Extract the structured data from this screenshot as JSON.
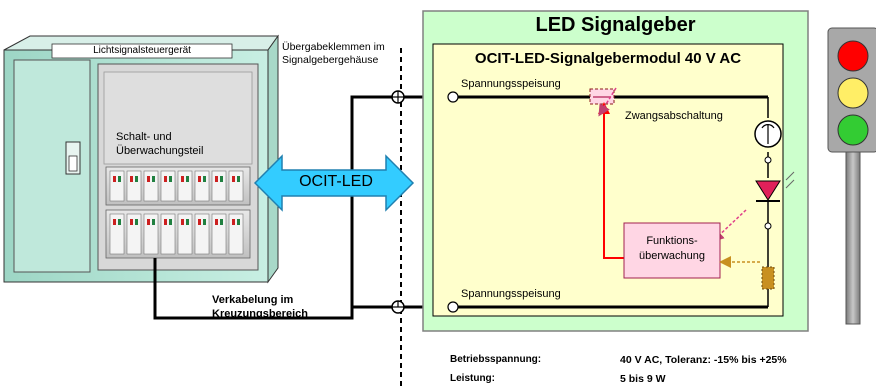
{
  "controller": {
    "title": "Lichtsignalsteuergerät",
    "switch_unit_label": "Schalt- und Überwachungsteil"
  },
  "handover": {
    "label": "Übergabeklemmen im Signalgebergehäuse"
  },
  "ocit_arrow": {
    "label": "OCIT-LED"
  },
  "cabling": {
    "label": "Verkabelung im Kreuzungsbereich"
  },
  "led_signal": {
    "title": "LED Signalgeber",
    "module_title": "OCIT-LED-Signalgebermodul 40 V AC",
    "supply_top": "Spannungsspeisung",
    "supply_bottom": "Spannungsspeisung",
    "forced_shutdown": "Zwangsabschaltung",
    "function_monitor": "Funktions- überwachung"
  },
  "specs": [
    {
      "key": "Betriebsspannung:",
      "value": "40 V AC, Toleranz: -15% bis +25%"
    },
    {
      "key": "Leistung:",
      "value": "5 bis 9 W"
    }
  ],
  "colors": {
    "cabinet_fill": "#b2e0d2",
    "outer_box": "#ccffcc",
    "module_fill": "#ffffcc",
    "arrow_fill": "#33ccff",
    "monitor_fill": "#ffd6e4",
    "red_line": "#ff0000",
    "light_red": "#ff0000",
    "light_yellow": "#ffee66",
    "light_green": "#33cc33"
  }
}
